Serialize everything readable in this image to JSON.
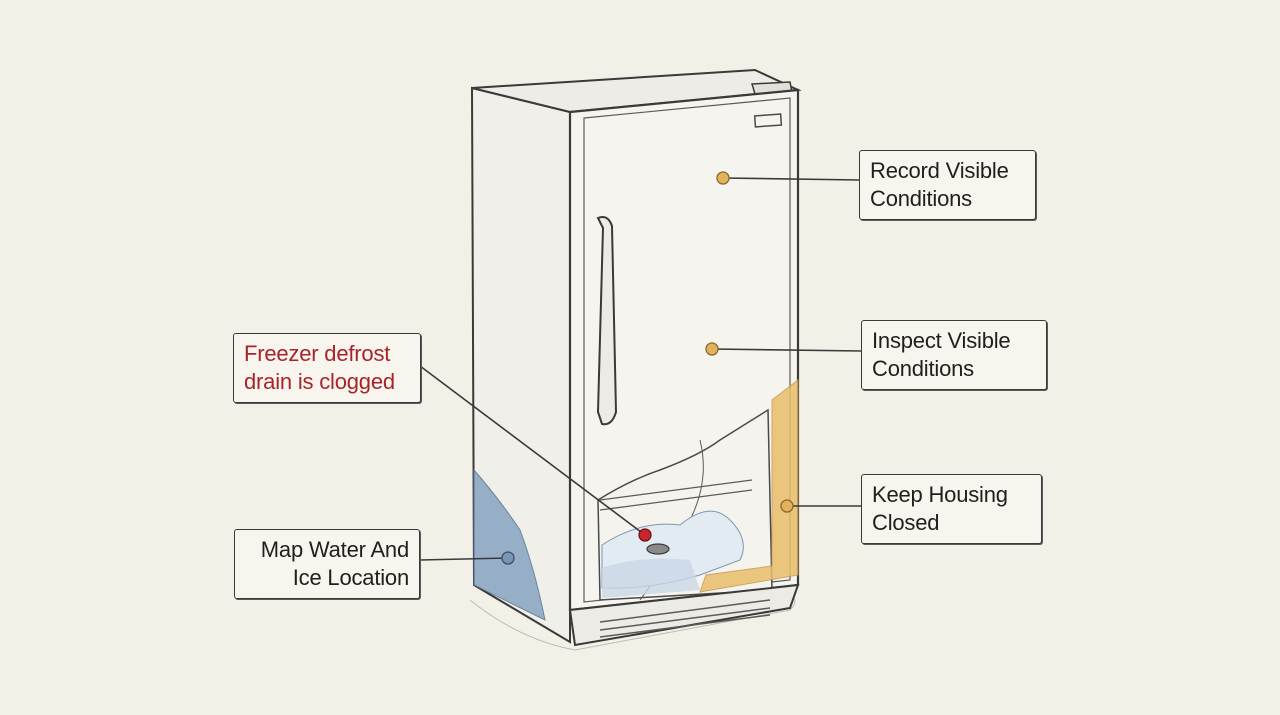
{
  "diagram": {
    "callouts": {
      "record": {
        "lines": [
          "Record Visible",
          "Conditions"
        ]
      },
      "inspect": {
        "lines": [
          "Inspect Visible",
          "Conditions"
        ]
      },
      "housing": {
        "lines": [
          "Keep Housing",
          "Closed"
        ]
      },
      "drain": {
        "lines": [
          "Freezer defrost",
          "drain is clogged"
        ]
      },
      "water": {
        "lines": [
          "Map Water And",
          "Ice Location"
        ]
      }
    },
    "colors": {
      "background": "#f3f0e8",
      "outline": "#3a3a3a",
      "alert_text": "#a8242a",
      "alert_dot": "#c8262c",
      "marker_dot": "#e2b25c",
      "water": "#8ea7c4",
      "insulation": "#e9bd6a"
    }
  }
}
